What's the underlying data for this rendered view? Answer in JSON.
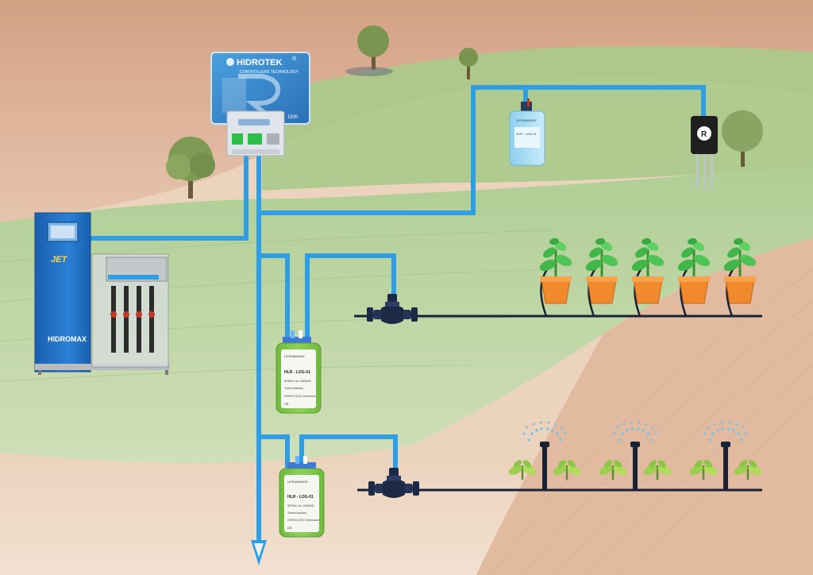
{
  "controller": {
    "brand": "HIDROTEK",
    "registered": "®",
    "tagline": "CONTROLLERS TECHNOLOGY",
    "model": "1500"
  },
  "fertigation_unit": {
    "model": "JET",
    "brand": "HIDROMAX"
  },
  "remote_units": [
    {
      "maker": "LIFEMANAGE",
      "model": "HLR - LOG-01",
      "serial_label": "SERIAL No:",
      "serial": "5456432",
      "origin": "Ticaret Markası",
      "footer": "HIDROLOGIC Infomacion",
      "ce": "CE"
    },
    {
      "maker": "LIFEMANAGE",
      "model": "HLR - LOG-01",
      "serial_label": "SERIAL No:",
      "serial": "5456432",
      "origin": "Ticaret Markası",
      "footer": "HIDROLOGIC Infomacion",
      "ce": "CE"
    }
  ],
  "field_sensor_unit": {
    "maker": "LIFEMANAGE",
    "model": "HLR - LOG-01"
  },
  "soil_sensor": {
    "logo": "R"
  },
  "colors": {
    "pipe": "#2e9fe6",
    "drip_line": "#1a2236",
    "valve": "#1d2a45",
    "pot": "#f08a2c",
    "leaf": "#43b649",
    "sky_field": "#a4c47c",
    "soil": "#d9a583",
    "controller_blue": "#3c8fd0",
    "unit_green": "#7fc44f",
    "cabinet_blue": "#1f6fc4"
  },
  "icons": {
    "controller": "controller-icon",
    "valve": "valve-icon",
    "pot": "potted-plant-icon",
    "sprinkler": "sprinkler-icon",
    "seedling": "seedling-icon",
    "soil_sensor": "soil-sensor-icon",
    "tree": "tree-icon",
    "arrow": "flow-arrow-down-icon"
  }
}
